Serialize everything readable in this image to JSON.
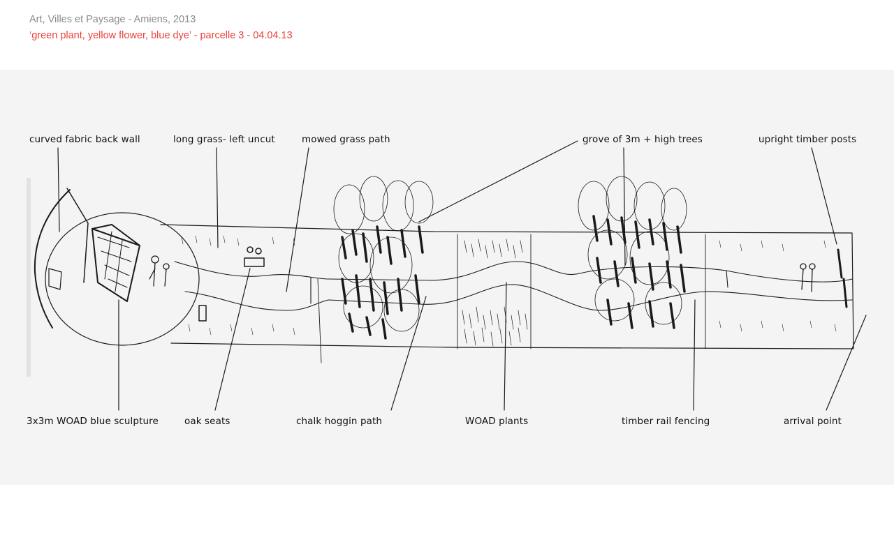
{
  "header": {
    "title": "Art, Villes et Paysage - Amiens, 2013",
    "subtitle": "‘green plant, yellow flower, blue dye’ - parcelle 3 - 04.04.13"
  },
  "labels": {
    "curved_fabric_back_wall": "curved fabric back wall",
    "long_grass": "long grass- left uncut",
    "mowed_grass_path": "mowed grass path",
    "grove": "grove of 3m + high trees",
    "upright_timber_posts": "upright timber posts",
    "woad_sculpture": "3x3m WOAD blue sculpture",
    "oak_seats": "oak seats",
    "chalk_hoggin_path": "chalk hoggin path",
    "woad_plants": "WOAD plants",
    "timber_rail_fencing": "timber rail fencing",
    "arrival_point": "arrival point"
  },
  "colors": {
    "header_grey": "#8a8a8a",
    "header_red": "#e8433a",
    "sheet_bg": "#f4f4f4",
    "ink": "#1a1a1a"
  }
}
